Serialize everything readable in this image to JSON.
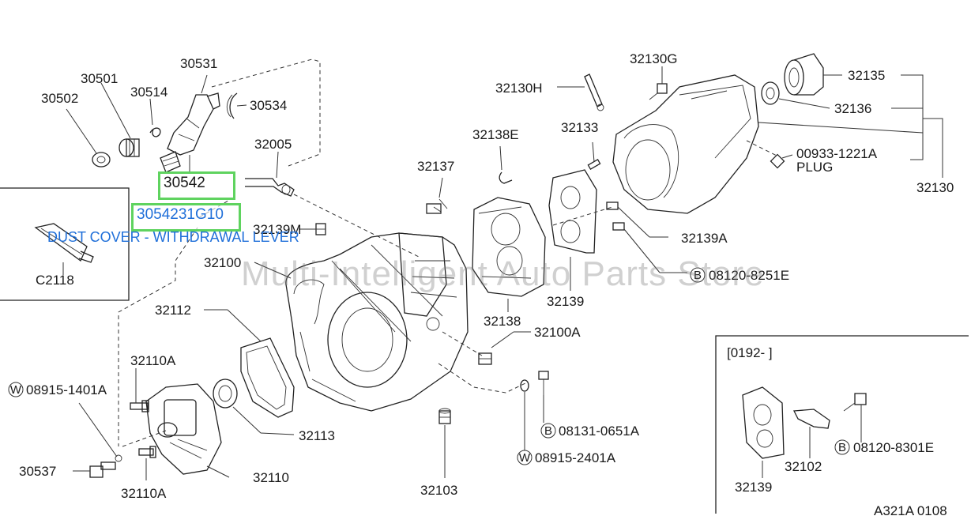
{
  "diagram_code": "A321A 0108",
  "watermark": "Multi-Intelligent Auto Parts Store",
  "highlight": {
    "part_no": "30542",
    "full_part_no": "3054231G10",
    "description": "DUST COVER - WITHDRAWAL LEVER"
  },
  "inset_box": {
    "range_label": "[0192-        ]"
  },
  "colors": {
    "highlight_border": "#5fd35f",
    "link_text": "#1f6fd9",
    "line": "#222222"
  },
  "labels": {
    "p30531": "30531",
    "p30501": "30501",
    "p30514": "30514",
    "p30502": "30502",
    "p30534": "30534",
    "p32005": "32005",
    "pC2118": "C2118",
    "p32139M": "32139M",
    "p32100": "32100",
    "p32112": "32112",
    "p32110A_top": "32110A",
    "p08915_1401A": "08915-1401A",
    "p30537": "30537",
    "p32110A_bot": "32110A",
    "p32110": "32110",
    "p32113": "32113",
    "p32103": "32103",
    "p32137": "32137",
    "p32138E": "32138E",
    "p32138": "32138",
    "p32100A": "32100A",
    "p08131_0651A": "08131-0651A",
    "p08915_2401A": "08915-2401A",
    "p32130H": "32130H",
    "p32133": "32133",
    "p32139": "32139",
    "p32139A": "32139A",
    "p08120_8251E": "08120-8251E",
    "p32130G": "32130G",
    "p32135": "32135",
    "p32136": "32136",
    "p00933_1221A": "00933-1221A",
    "plug": "PLUG",
    "p32130": "32130",
    "inset_32139": "32139",
    "inset_32102": "32102",
    "inset_08120_8301E": "08120-8301E"
  },
  "circle_marks": {
    "w": "W",
    "b": "B"
  }
}
